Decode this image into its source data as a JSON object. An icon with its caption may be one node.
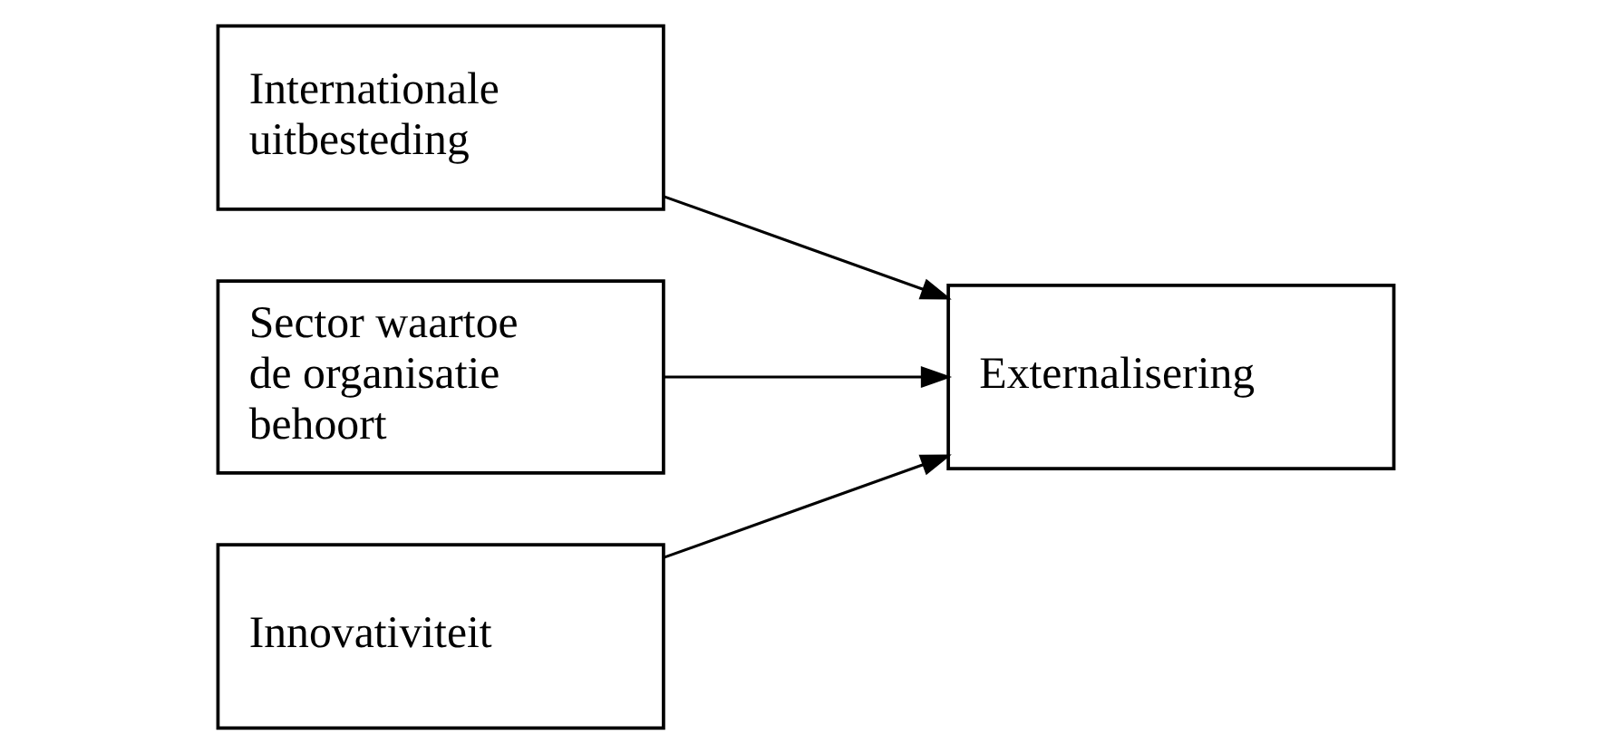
{
  "diagram": {
    "nodes": [
      {
        "text": [
          "Internationale uitbesteding"
        ]
      },
      {
        "text": [
          "Sector waartoe de organisatie behoort"
        ]
      },
      {
        "text": [
          "Innovativiteit"
        ]
      },
      {
        "text": [
          "Externalisering"
        ]
      }
    ],
    "edges": [
      {
        "from": 0,
        "to": 3,
        "arrow": "to"
      },
      {
        "from": 1,
        "to": 3,
        "arrow": "to"
      },
      {
        "from": 2,
        "to": 3,
        "arrow": "to"
      }
    ]
  }
}
